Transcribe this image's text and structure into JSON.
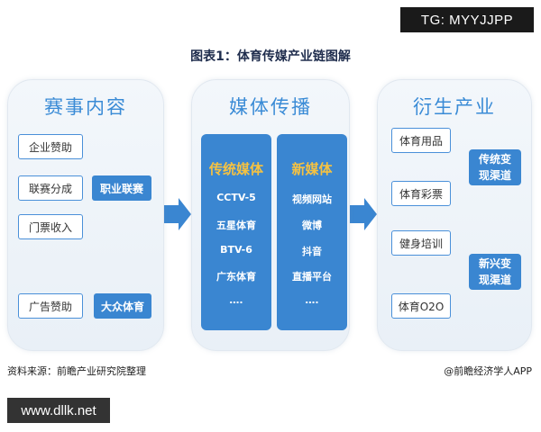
{
  "watermark_top": "TG: MYYJJPP",
  "title": "图表1：体育传媒产业链图解",
  "left": {
    "heading": "赛事内容",
    "sources_a": [
      "企业赞助",
      "联赛分成",
      "门票收入"
    ],
    "target_a": "职业联赛",
    "source_b": "广告赞助",
    "target_b": "大众体育"
  },
  "middle": {
    "heading": "媒体传播",
    "traditional": {
      "heading": "传统媒体",
      "items": [
        "CCTV-5",
        "五星体育",
        "BTV-6",
        "广东体育",
        "…."
      ]
    },
    "new": {
      "heading": "新媒体",
      "items": [
        "视频网站",
        "微博",
        "抖音",
        "直播平台",
        "…."
      ]
    }
  },
  "right": {
    "heading": "衍生产业",
    "sources_a": [
      "体育用品",
      "体育彩票"
    ],
    "target_a_line1": "传统变",
    "target_a_line2": "现渠道",
    "sources_b": [
      "健身培训",
      "体育O2O"
    ],
    "target_b_line1": "新兴变",
    "target_b_line2": "现渠道"
  },
  "footer": {
    "source": "资料来源：前瞻产业研究院整理",
    "credit": "@前瞻经济学人APP"
  },
  "watermark_bottom": "www.dllk.net",
  "colors": {
    "accent_blue": "#3a86d1",
    "title_blue": "#3a8bd6",
    "highlight_yellow": "#f5c242",
    "panel_bg": "#eef3f9"
  }
}
